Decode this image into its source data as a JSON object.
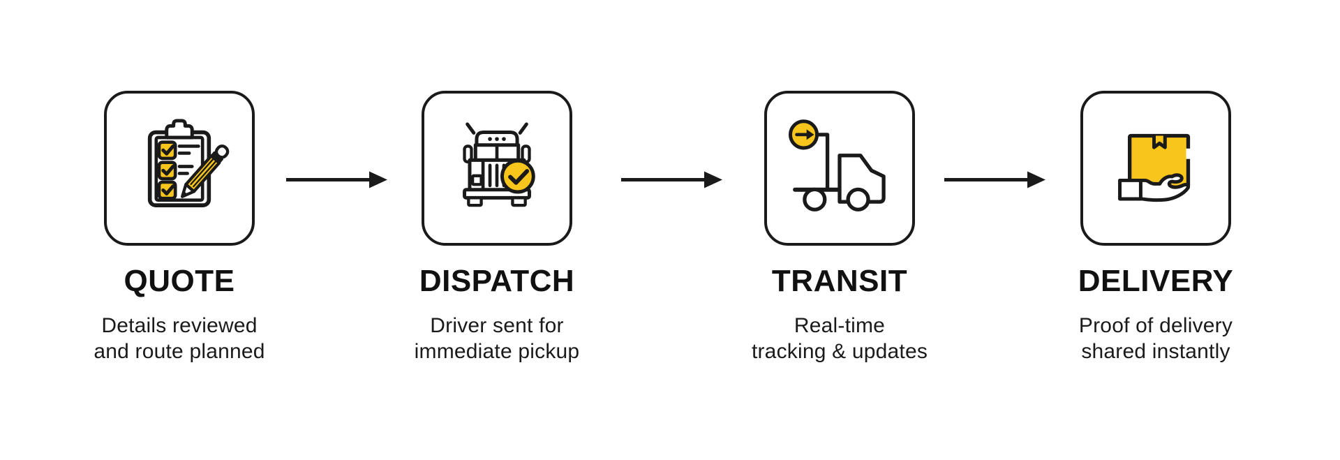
{
  "diagram": {
    "background_color": "#FFFFFF",
    "accent_color": "#F8C51C",
    "line_color": "#1A1A1A",
    "steps": [
      {
        "id": "quote",
        "title": "QUOTE",
        "icon": "clipboard-checklist-pencil-icon",
        "description_lines": [
          "Details reviewed",
          "and route planned"
        ]
      },
      {
        "id": "dispatch",
        "title": "DISPATCH",
        "icon": "semi-truck-front-check-icon",
        "description_lines": [
          "Driver sent for",
          "immediate pickup"
        ]
      },
      {
        "id": "transit",
        "title": "TRANSIT",
        "icon": "flatbed-truck-forward-arrow-icon",
        "description_lines": [
          "Real-time",
          "tracking & updates"
        ]
      },
      {
        "id": "delivery",
        "title": "DELIVERY",
        "icon": "hand-holding-package-icon",
        "description_lines": [
          "Proof of delivery",
          "shared instantly"
        ]
      }
    ],
    "connectors": [
      {
        "from": "quote",
        "to": "dispatch",
        "type": "arrow-right"
      },
      {
        "from": "dispatch",
        "to": "transit",
        "type": "arrow-right"
      },
      {
        "from": "transit",
        "to": "delivery",
        "type": "arrow-right"
      }
    ]
  }
}
